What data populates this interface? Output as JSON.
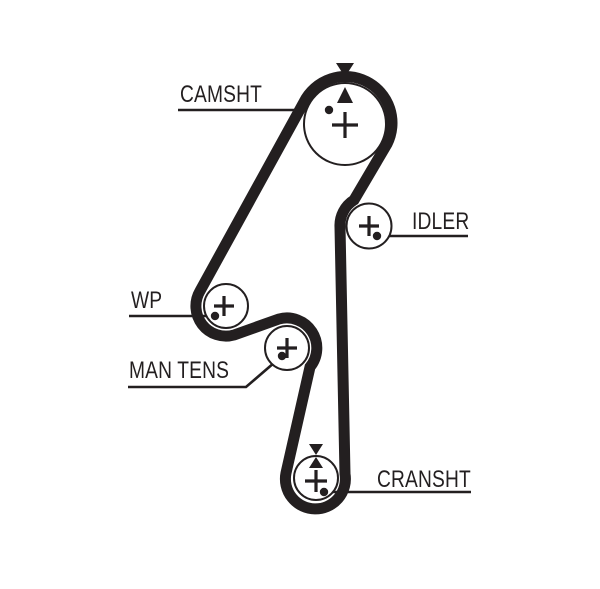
{
  "diagram": {
    "type": "timing-belt-routing",
    "background_color": "#ffffff",
    "line_color": "#231f20",
    "labels": {
      "camshaft": "CAMSHT",
      "idler": "IDLER",
      "water_pump": "WP",
      "manual_tensioner": "MAN TENS",
      "crankshaft": "CRANSHT"
    },
    "center_mark_symbol": "+",
    "timing_mark_symbols": [
      "▼",
      "▲"
    ],
    "pulleys": [
      {
        "label": "CAMSHT",
        "center_mark": "+",
        "timing_marks": true
      },
      {
        "label": "IDLER",
        "center_mark": "+",
        "timing_marks": false
      },
      {
        "label": "WP",
        "center_mark": "+",
        "timing_marks": false
      },
      {
        "label": "MAN TENS",
        "center_mark": "+",
        "timing_marks": false
      },
      {
        "label": "CRANSHT",
        "center_mark": "+",
        "timing_marks": true
      }
    ]
  }
}
